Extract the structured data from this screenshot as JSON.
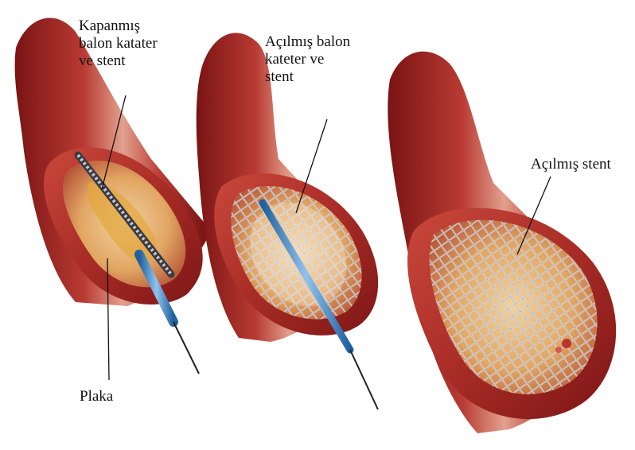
{
  "labels": {
    "closed_balloon": [
      "Kapanmış",
      "balon katater",
      "ve stent"
    ],
    "opened_balloon": [
      "Açılmış balon",
      "kateter ve",
      "stent"
    ],
    "opened_stent": "Açılmış stent",
    "plaque": "Plaka"
  },
  "colors": {
    "artery_outer": "#8e1b1b",
    "artery_mid": "#b63a32",
    "artery_highlight": "#e8b0a0",
    "lumen": "#e6c08a",
    "plaque": "#e3a63c",
    "stent_mesh": "#d8d8dc",
    "catheter": "#3f86c8",
    "guidewire": "#222222"
  }
}
